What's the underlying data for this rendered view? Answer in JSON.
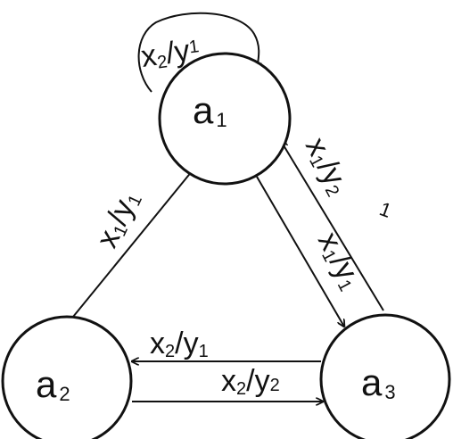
{
  "diagram": {
    "states": [
      {
        "id": "a1",
        "letter": "a",
        "index": "1"
      },
      {
        "id": "a2",
        "letter": "a",
        "index": "2"
      },
      {
        "id": "a3",
        "letter": "a",
        "index": "3"
      }
    ],
    "transitions": [
      {
        "from": "a1",
        "to": "a1",
        "input": "x",
        "input_index": "2",
        "output": "y",
        "output_index": "1"
      },
      {
        "from": "a2",
        "to": "a1",
        "input": "x",
        "input_index": "1",
        "output": "y",
        "output_index": "1"
      },
      {
        "from": "a3",
        "to": "a1",
        "input": "x",
        "input_index": "1",
        "output": "y",
        "output_index": "2"
      },
      {
        "from": "a1",
        "to": "a3",
        "input": "x",
        "input_index": "1",
        "output": "y",
        "output_index": "1"
      },
      {
        "from": "a3",
        "to": "a2",
        "input": "x",
        "input_index": "2",
        "output": "y",
        "output_index": "1"
      },
      {
        "from": "a2",
        "to": "a3",
        "input": "x",
        "input_index": "2",
        "output": "y",
        "output_index": "2"
      }
    ],
    "stray_mark": "1"
  }
}
